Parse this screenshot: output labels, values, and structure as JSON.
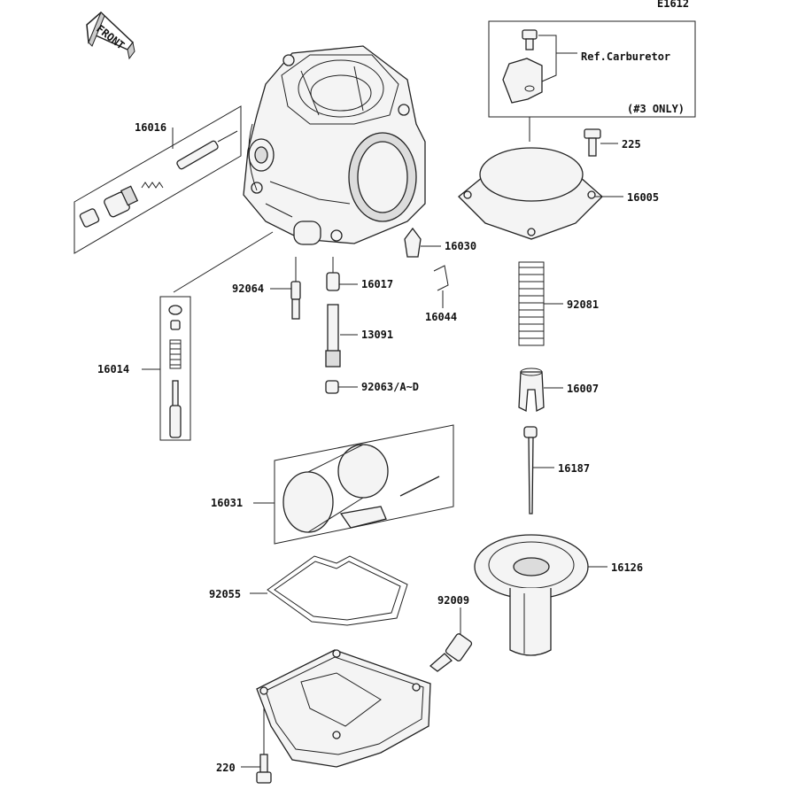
{
  "diagram_code": "E1612",
  "front_label": "FRONT",
  "ref_note": "Ref.Carburetor",
  "ref_qualifier": "(#3 ONLY)",
  "parts": {
    "p16016": "16016",
    "p16014": "16014",
    "p92064": "92064",
    "p16017": "16017",
    "p13091": "13091",
    "p92063": "92063/A~D",
    "p16030": "16030",
    "p16044": "16044",
    "p225": "225",
    "p16005": "16005",
    "p92081": "92081",
    "p16007": "16007",
    "p16187": "16187",
    "p16031": "16031",
    "p16126": "16126",
    "p92055": "92055",
    "p92009": "92009",
    "p220": "220"
  }
}
